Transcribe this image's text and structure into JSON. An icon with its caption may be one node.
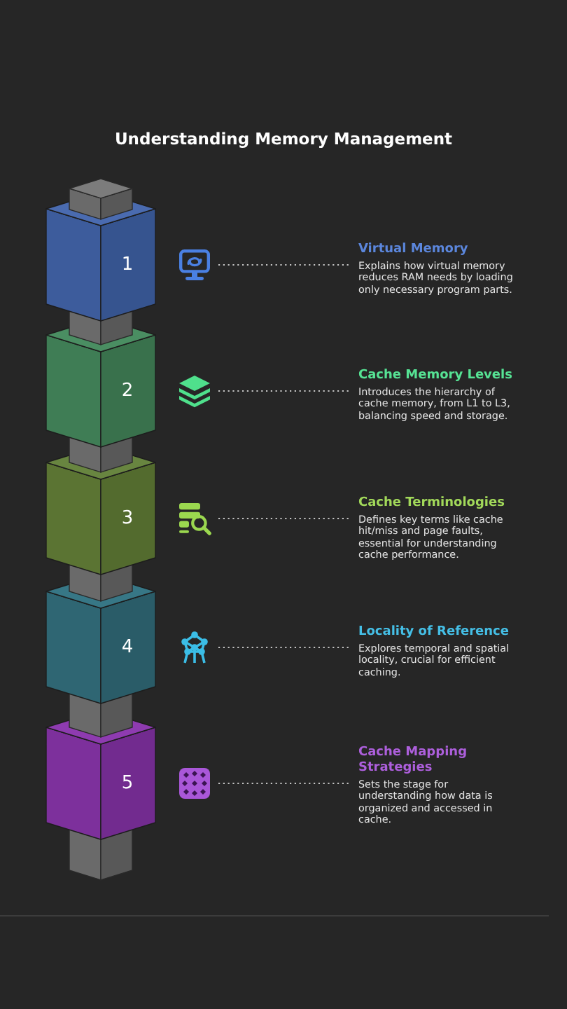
{
  "diagram": {
    "title": "Understanding Memory Management",
    "nodes": [
      {
        "text": [
          "1"
        ]
      },
      {
        "text": [],
        "shape": "picture"
      },
      {
        "text": [
          "Virtual Memory",
          "Explains how virtual memory reduces RAM needs by loading only necessary program parts."
        ]
      },
      {
        "text": [
          "2"
        ]
      },
      {
        "text": [],
        "shape": "picture"
      },
      {
        "text": [
          "Cache Memory Levels",
          "Introduces the hierarchy of cache memory, from L1 to L3, balancing speed and storage."
        ]
      },
      {
        "text": [
          "3"
        ]
      },
      {
        "text": [],
        "shape": "picture"
      },
      {
        "text": [
          "Cache Terminologies",
          "Defines key terms like cache hit/miss and page faults, essential for understanding cache performance."
        ]
      },
      {
        "text": [
          "4"
        ]
      },
      {
        "text": [],
        "shape": "picture"
      },
      {
        "text": [
          "Locality of Reference",
          "Explores temporal and spatial locality, crucial for efficient caching."
        ]
      },
      {
        "text": [
          "5"
        ]
      },
      {
        "text": [],
        "shape": "picture"
      },
      {
        "text": [
          "Cache Mapping Strategies",
          "Sets the stage for understanding how data is organized and accessed in cache."
        ]
      }
    ],
    "edges": [
      {
        "from": 1,
        "to": 2,
        "arrow": "none",
        "style": "dashed"
      },
      {
        "from": 4,
        "to": 5,
        "arrow": "none",
        "style": "dashed"
      },
      {
        "from": 7,
        "to": 8,
        "arrow": "none",
        "style": "dashed"
      },
      {
        "from": 10,
        "to": 11,
        "arrow": "none",
        "style": "dashed"
      },
      {
        "from": 13,
        "to": 14,
        "arrow": "none",
        "style": "dashed"
      }
    ]
  }
}
